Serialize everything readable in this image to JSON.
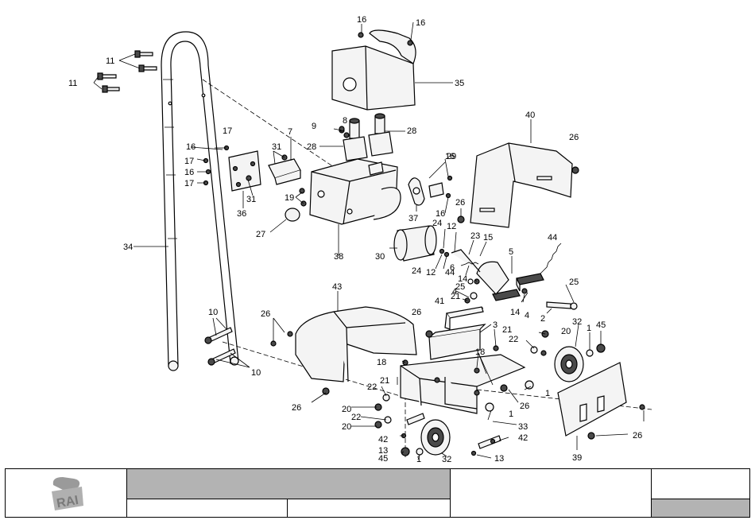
{
  "callouts": [
    {
      "id": "c-16a",
      "text": "16"
    },
    {
      "id": "c-16b",
      "text": "16"
    },
    {
      "id": "c-11a",
      "text": "11"
    },
    {
      "id": "c-11b",
      "text": "11"
    },
    {
      "id": "c-35",
      "text": "35"
    },
    {
      "id": "c-8",
      "text": "8"
    },
    {
      "id": "c-9",
      "text": "9"
    },
    {
      "id": "c-28a",
      "text": "28"
    },
    {
      "id": "c-28b",
      "text": "28"
    },
    {
      "id": "c-40",
      "text": "40"
    },
    {
      "id": "c-26a",
      "text": "26"
    },
    {
      "id": "c-17a",
      "text": "17"
    },
    {
      "id": "c-7",
      "text": "7"
    },
    {
      "id": "c-16c",
      "text": "16"
    },
    {
      "id": "c-31a",
      "text": "31"
    },
    {
      "id": "c-17b",
      "text": "17"
    },
    {
      "id": "c-16d",
      "text": "16"
    },
    {
      "id": "c-17c",
      "text": "17"
    },
    {
      "id": "c-29",
      "text": "29"
    },
    {
      "id": "c-16e",
      "text": "16"
    },
    {
      "id": "c-31b",
      "text": "31"
    },
    {
      "id": "c-19",
      "text": "19"
    },
    {
      "id": "c-36",
      "text": "36"
    },
    {
      "id": "c-27",
      "text": "27"
    },
    {
      "id": "c-37",
      "text": "37"
    },
    {
      "id": "c-16f",
      "text": "16"
    },
    {
      "id": "c-26b",
      "text": "26"
    },
    {
      "id": "c-24a",
      "text": "24"
    },
    {
      "id": "c-12a",
      "text": "12"
    },
    {
      "id": "c-23",
      "text": "23"
    },
    {
      "id": "c-15",
      "text": "15"
    },
    {
      "id": "c-44a",
      "text": "44"
    },
    {
      "id": "c-34",
      "text": "34"
    },
    {
      "id": "c-38",
      "text": "38"
    },
    {
      "id": "c-30",
      "text": "30"
    },
    {
      "id": "c-5",
      "text": "5"
    },
    {
      "id": "c-24b",
      "text": "24"
    },
    {
      "id": "c-12b",
      "text": "12"
    },
    {
      "id": "c-6",
      "text": "6"
    },
    {
      "id": "c-44b",
      "text": "44"
    },
    {
      "id": "c-14a",
      "text": "14"
    },
    {
      "id": "c-25a",
      "text": "25"
    },
    {
      "id": "c-4a",
      "text": "4"
    },
    {
      "id": "c-25b",
      "text": "25"
    },
    {
      "id": "c-43",
      "text": "43"
    },
    {
      "id": "c-21a",
      "text": "21"
    },
    {
      "id": "c-41",
      "text": "41"
    },
    {
      "id": "c-14b",
      "text": "14"
    },
    {
      "id": "c-4b",
      "text": "4"
    },
    {
      "id": "c-2",
      "text": "2"
    },
    {
      "id": "c-10a",
      "text": "10"
    },
    {
      "id": "c-26c",
      "text": "26"
    },
    {
      "id": "c-26d",
      "text": "26"
    },
    {
      "id": "c-3",
      "text": "3"
    },
    {
      "id": "c-21b",
      "text": "21"
    },
    {
      "id": "c-22a",
      "text": "22"
    },
    {
      "id": "c-20a",
      "text": "20"
    },
    {
      "id": "c-32a",
      "text": "32"
    },
    {
      "id": "c-1a",
      "text": "1"
    },
    {
      "id": "c-45a",
      "text": "45"
    },
    {
      "id": "c-18a",
      "text": "18"
    },
    {
      "id": "c-18b",
      "text": "18"
    },
    {
      "id": "c-10b",
      "text": "10"
    },
    {
      "id": "c-21c",
      "text": "21"
    },
    {
      "id": "c-1b",
      "text": "1"
    },
    {
      "id": "c-22b",
      "text": "22"
    },
    {
      "id": "c-26e",
      "text": "26"
    },
    {
      "id": "c-26f",
      "text": "26"
    },
    {
      "id": "c-20b",
      "text": "20"
    },
    {
      "id": "c-22c",
      "text": "22"
    },
    {
      "id": "c-1c",
      "text": "1"
    },
    {
      "id": "c-20c",
      "text": "20"
    },
    {
      "id": "c-33",
      "text": "33"
    },
    {
      "id": "c-42a",
      "text": "42"
    },
    {
      "id": "c-42b",
      "text": "42"
    },
    {
      "id": "c-26g",
      "text": "26"
    },
    {
      "id": "c-13a",
      "text": "13"
    },
    {
      "id": "c-45b",
      "text": "45"
    },
    {
      "id": "c-1d",
      "text": "1"
    },
    {
      "id": "c-32b",
      "text": "32"
    },
    {
      "id": "c-13b",
      "text": "13"
    },
    {
      "id": "c-39",
      "text": "39"
    }
  ],
  "title_block": {
    "logo_text": "RAI",
    "logo_color": "#9a9a9a",
    "shaded_color": "#b3b3b3"
  }
}
